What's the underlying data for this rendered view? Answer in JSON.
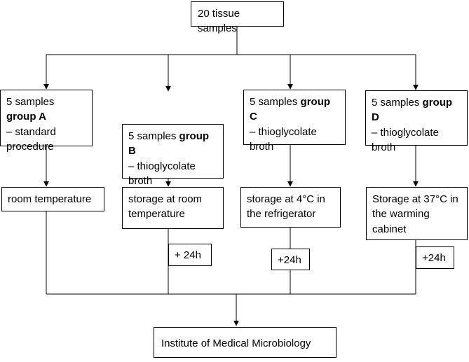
{
  "root": {
    "label": "20 tissue samples"
  },
  "groups": [
    {
      "id": "A",
      "prefix": "5 samples ",
      "group": "group A",
      "desc_line1": "– standard",
      "desc_line2": "procedure",
      "storage_line1": "room temperature",
      "storage_line2": "",
      "time": ""
    },
    {
      "id": "B",
      "prefix": "5 samples ",
      "group": "group B",
      "desc_line1": "– thioglycolate",
      "desc_line2": "broth",
      "storage_line1": "storage at room",
      "storage_line2": "temperature",
      "time": "+ 24h"
    },
    {
      "id": "C",
      "prefix": "5 samples ",
      "group": "group C",
      "desc_line1": "– thioglycolate",
      "desc_line2": "broth",
      "storage_line1": "storage at 4°C in",
      "storage_line2": "the refrigerator",
      "time": "+24h"
    },
    {
      "id": "D",
      "prefix": "5 samples ",
      "group": "group D",
      "desc_line1": "– thioglycolate",
      "desc_line2": "broth",
      "storage_line1": "Storage at 37°C in",
      "storage_line2": "the warming",
      "storage_line3": "cabinet",
      "time": "+24h"
    }
  ],
  "destination": {
    "label": "Institute of Medical Microbiology"
  }
}
